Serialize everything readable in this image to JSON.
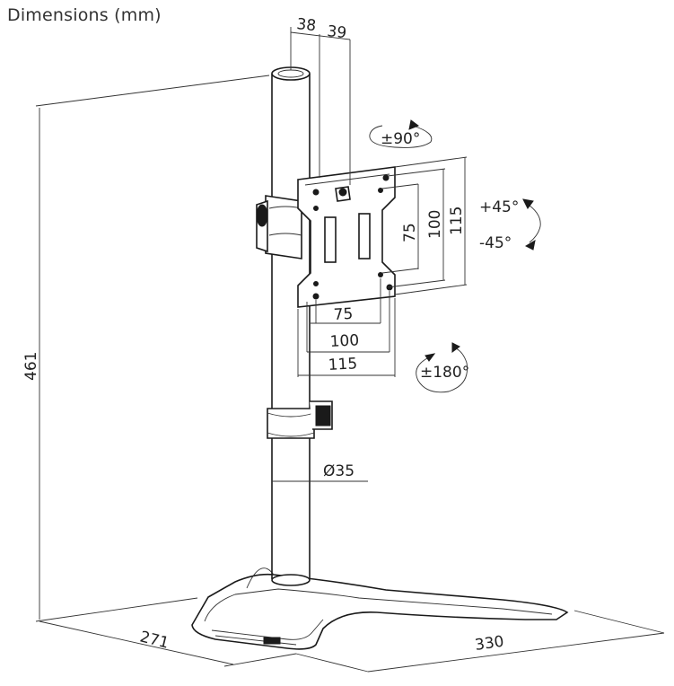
{
  "title": "Dimensions (mm)",
  "dimensions": {
    "height": "461",
    "depth": "271",
    "width": "330",
    "pole_offset_a": "38",
    "pole_offset_b": "39",
    "pole_diameter": "Ø35",
    "vesa_h_75": "75",
    "vesa_h_100": "100",
    "vesa_h_115": "115",
    "vesa_v_75": "75",
    "vesa_v_100": "100",
    "vesa_v_115": "115"
  },
  "rotation": {
    "swivel": "±90°",
    "tilt_up": "+45°",
    "tilt_down": "-45°",
    "rotate": "±180°"
  },
  "colors": {
    "line": "#222222",
    "text": "#333333"
  }
}
